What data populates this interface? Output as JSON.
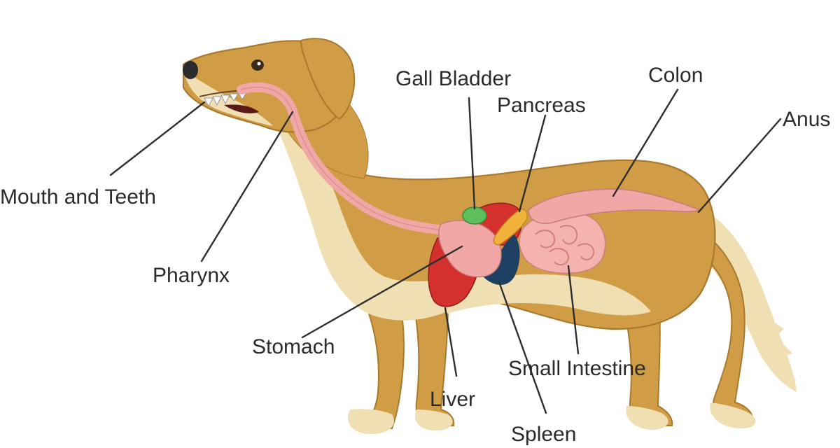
{
  "colors": {
    "background": "#ffffff",
    "fur": "#d09c45",
    "fur_outline": "#a8792e",
    "fur_light": "#f0dfb2",
    "digestive_tract": "#f2a7a7",
    "liver": "#d4312e",
    "gall_bladder": "#5cbf5b",
    "pancreas": "#f0b23a",
    "spleen": "#1d3f61",
    "intestine": "#f5b3b0",
    "label_text": "#2b2b2b",
    "leader_line": "#2e2e2e"
  },
  "labels": {
    "mouth_and_teeth": "Mouth and Teeth",
    "pharynx": "Pharynx",
    "stomach": "Stomach",
    "liver": "Liver",
    "gall_bladder": "Gall Bladder",
    "pancreas": "Pancreas",
    "spleen": "Spleen",
    "small_intestine": "Small Intestine",
    "colon": "Colon",
    "anus": "Anus"
  }
}
